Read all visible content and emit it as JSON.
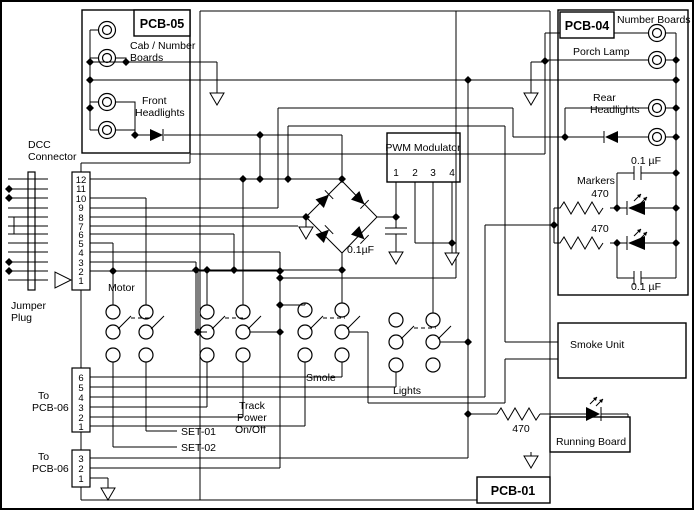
{
  "diagram": {
    "pcb05": {
      "title": "PCB-05",
      "cab1": "Cab / Number",
      "cab2": "Boards",
      "front1": "Front",
      "front2": "Headlights"
    },
    "pcb04": {
      "title": "PCB-04",
      "number_boards": "Number Boards",
      "porch": "Porch Lamp",
      "rear1": "Rear",
      "rear2": "Headlights",
      "markers": "Markers",
      "r1": "470",
      "r2": "470",
      "cap_top": "0.1 µF",
      "cap_bot": "0.1 µF"
    },
    "pwm": {
      "title": "PWM Modulator",
      "pins": [
        "1",
        "2",
        "3",
        "4"
      ]
    },
    "dcc": {
      "line1": "DCC",
      "line2": "Connector",
      "pins": [
        "12",
        "11",
        "10",
        "9",
        "8",
        "7",
        "6",
        "5",
        "4",
        "3",
        "2",
        "1"
      ]
    },
    "jumper": {
      "line1": "Jumper",
      "line2": "Plug"
    },
    "motor": {
      "label": "Motor"
    },
    "track": {
      "line1": "Track",
      "line2": "Power",
      "line3": "On/Off"
    },
    "smole": {
      "label": "Smole"
    },
    "lights": {
      "label": "Lights"
    },
    "sets": {
      "set01": "SET-01",
      "set02": "SET-02"
    },
    "pcb06a": {
      "to": "To",
      "name": "PCB-06",
      "pins": [
        "6",
        "5",
        "4",
        "3",
        "2",
        "1"
      ]
    },
    "pcb06b": {
      "to": "To",
      "name": "PCB-06",
      "pins": [
        "3",
        "2",
        "1"
      ]
    },
    "bridge": {
      "cap": "0.1µF"
    },
    "smoke": {
      "label": "Smoke Unit"
    },
    "running": {
      "label": "Running Board",
      "resistor": "470"
    },
    "pcb01": {
      "title": "PCB-01"
    }
  }
}
